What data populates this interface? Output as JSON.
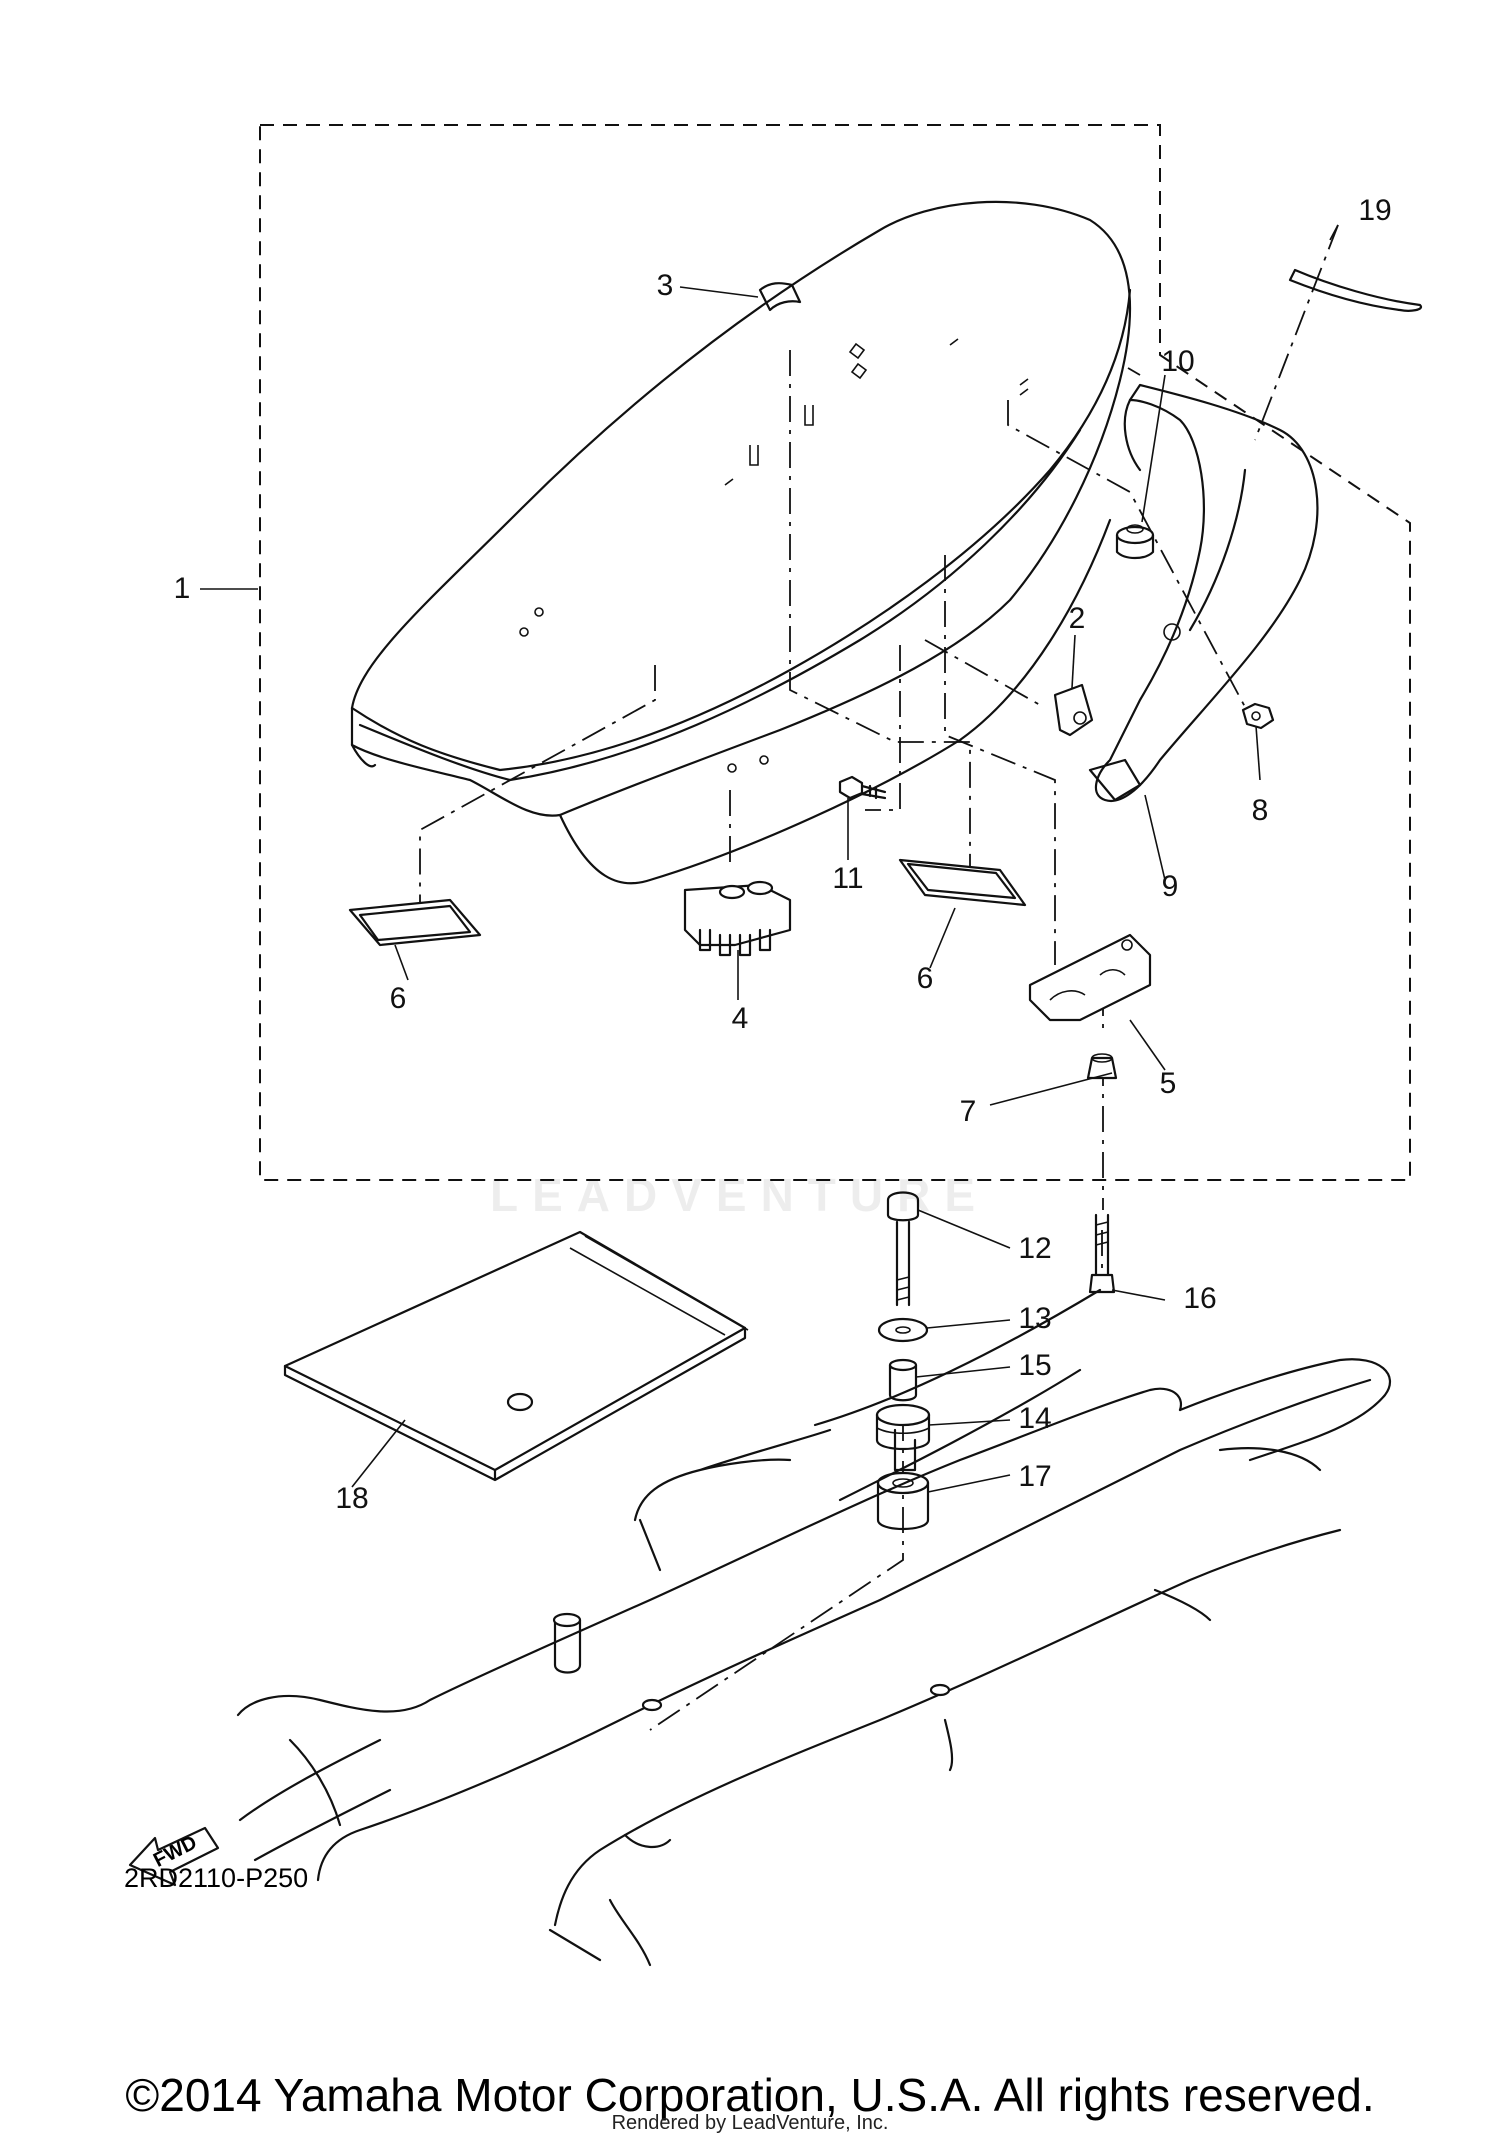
{
  "diagram": {
    "drawing_code": "2RD2110-P250",
    "fwd_label": "FWD",
    "watermark": "LEADVENTURE",
    "callouts": [
      {
        "id": "1",
        "label": "1"
      },
      {
        "id": "2",
        "label": "2"
      },
      {
        "id": "3",
        "label": "3"
      },
      {
        "id": "4",
        "label": "4"
      },
      {
        "id": "5",
        "label": "5"
      },
      {
        "id": "6a",
        "label": "6"
      },
      {
        "id": "6b",
        "label": "6"
      },
      {
        "id": "7",
        "label": "7"
      },
      {
        "id": "8",
        "label": "8"
      },
      {
        "id": "9",
        "label": "9"
      },
      {
        "id": "10",
        "label": "10"
      },
      {
        "id": "11",
        "label": "11"
      },
      {
        "id": "12",
        "label": "12"
      },
      {
        "id": "13",
        "label": "13"
      },
      {
        "id": "14",
        "label": "14"
      },
      {
        "id": "15",
        "label": "15"
      },
      {
        "id": "16",
        "label": "16"
      },
      {
        "id": "17",
        "label": "17"
      },
      {
        "id": "18",
        "label": "18"
      },
      {
        "id": "19",
        "label": "19"
      }
    ]
  },
  "footer": {
    "copyright": "©2014 Yamaha Motor Corporation, U.S.A. All rights reserved.",
    "credit": "Rendered by LeadVenture, Inc."
  }
}
